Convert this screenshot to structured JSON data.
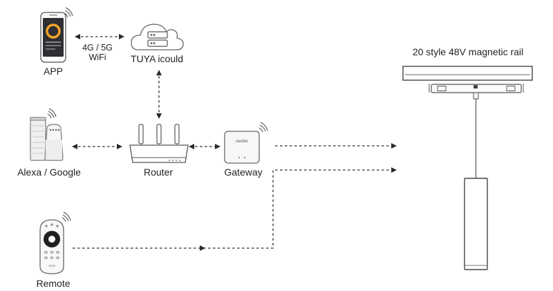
{
  "nodes": {
    "app": {
      "label": "APP"
    },
    "cloud": {
      "label": "TUYA icould"
    },
    "assistant": {
      "label": "Alexa / Google"
    },
    "router": {
      "label": "Router"
    },
    "gateway": {
      "label": "Gateway",
      "brand": "nextier"
    },
    "remote": {
      "label": "Remote"
    },
    "rail": {
      "label": "20 style 48V magnetic rail"
    }
  },
  "links": {
    "app_cloud": {
      "label_line1": "4G / 5G",
      "label_line2": "WiFi"
    }
  },
  "colors": {
    "line": "#2a2a2a",
    "device_stroke": "#666666",
    "device_fill": "#f4f4f4",
    "phone_ring": "#f3a42a"
  }
}
